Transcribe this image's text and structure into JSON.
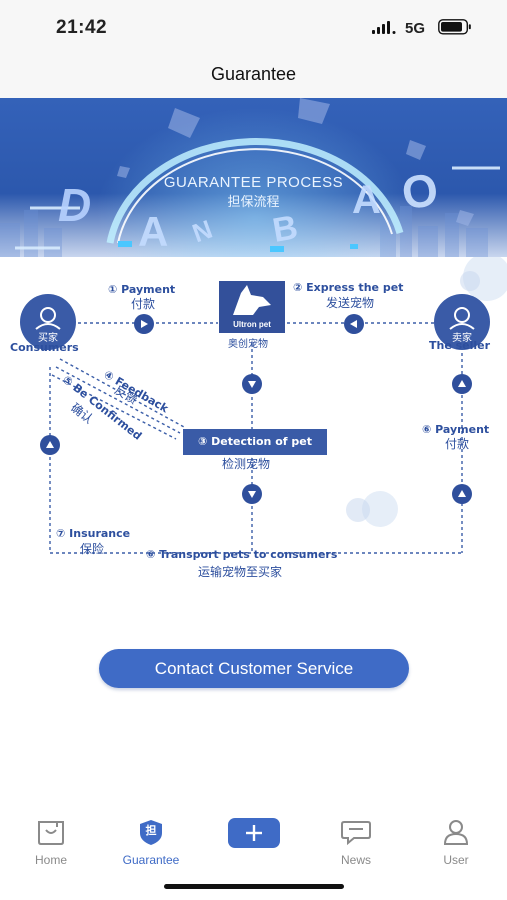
{
  "status_bar": {
    "time": "21:42",
    "network": "5G"
  },
  "nav": {
    "title": "Guarantee"
  },
  "banner": {
    "title_en": "GUARANTEE PROCESS",
    "title_cn": "担保流程",
    "letters": [
      "D",
      "A",
      "N",
      "B",
      "A",
      "O"
    ]
  },
  "flow": {
    "consumers": {
      "badge": "买家",
      "label": "Consumers"
    },
    "seller": {
      "badge": "卖家",
      "label": "The seller"
    },
    "platform": {
      "logo_text": "Ultron pet",
      "label": "奥创宠物"
    },
    "step1": {
      "en": "① Payment",
      "cn": "付款"
    },
    "step2": {
      "en": "② Express the pet",
      "cn": "发送宠物"
    },
    "step3": {
      "en": "③ Detection of pet",
      "cn": "检测宠物"
    },
    "step4": {
      "en": "④ Feedback",
      "cn": "反馈"
    },
    "step5": {
      "en": "⑤ Be Confirmed",
      "cn": "确认"
    },
    "step6a": {
      "en": "⑥ Payment",
      "cn": "付款"
    },
    "step6b": {
      "en": "⑥ Transport pets to consumers",
      "cn": "运输宠物至买家"
    },
    "step7": {
      "en": "⑦ Insurance",
      "cn": "保险"
    }
  },
  "contact_button": "Contact Customer Service",
  "tabs": [
    {
      "label": "Home",
      "icon": "bag-icon"
    },
    {
      "label": "Guarantee",
      "icon": "shield-icon",
      "glyph": "担"
    },
    {
      "label": "",
      "icon": "plus-icon"
    },
    {
      "label": "News",
      "icon": "chat-icon"
    },
    {
      "label": "User",
      "icon": "user-icon"
    }
  ],
  "colors": {
    "accent": "#3f6bc6",
    "flow_blue": "#2d4f9e",
    "banner_blue": "#2f5fb8"
  }
}
